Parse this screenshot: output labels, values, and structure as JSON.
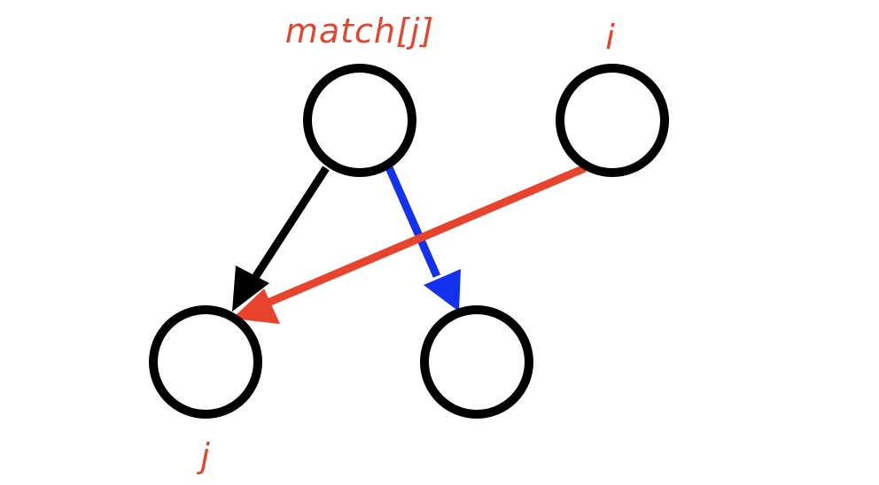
{
  "diagram": {
    "labels": {
      "match_j": "match[j]",
      "i": "i",
      "j": "j"
    },
    "colors": {
      "node_stroke": "#000000",
      "node_fill": "#ffffff",
      "label_color": "#e8432d",
      "edge_black": "#000000",
      "edge_blue": "#1431f0",
      "edge_red": "#e8432d"
    },
    "nodes": [
      {
        "id": "match-j-node",
        "label_key": "match_j"
      },
      {
        "id": "i-node",
        "label_key": "i"
      },
      {
        "id": "j-node",
        "label_key": "j"
      },
      {
        "id": "unlabeled-node",
        "label_key": null
      }
    ],
    "edges": [
      {
        "id": "black-edge",
        "from": "match-j-node",
        "to": "j-node",
        "color": "edge_black"
      },
      {
        "id": "blue-edge",
        "from": "match-j-node",
        "to": "unlabeled-node",
        "color": "edge_blue"
      },
      {
        "id": "red-edge",
        "from": "i-node",
        "to": "j-node",
        "color": "edge_red"
      }
    ]
  }
}
